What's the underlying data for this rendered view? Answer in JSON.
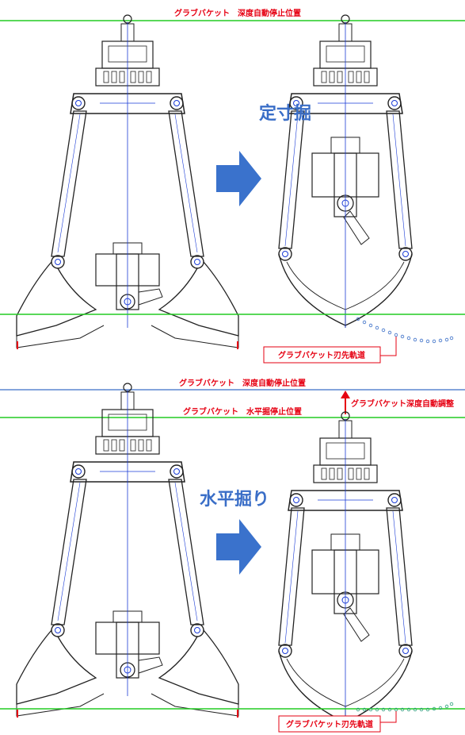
{
  "panels": [
    {
      "method_label": "定寸掘",
      "top_line_label": "グラブバケット　深度自動停止位置",
      "trajectory_label": "グラブバケット刃先軌道"
    },
    {
      "method_label": "水平掘り",
      "top_line_label": "グラブバケット　深度自動停止位置",
      "second_line_label": "グラブバケット　水平掘停止位置",
      "adjust_label": "グラブバケット深度自動調整",
      "trajectory_label": "グラブバケット刃先軌道"
    }
  ],
  "colors": {
    "stop_line": "#22cc22",
    "blue_line": "#3a6ec7",
    "arrow": "#3a72cc",
    "label_red": "#e60012",
    "drawing": "#222222",
    "center_line": "#1a3bd6"
  }
}
